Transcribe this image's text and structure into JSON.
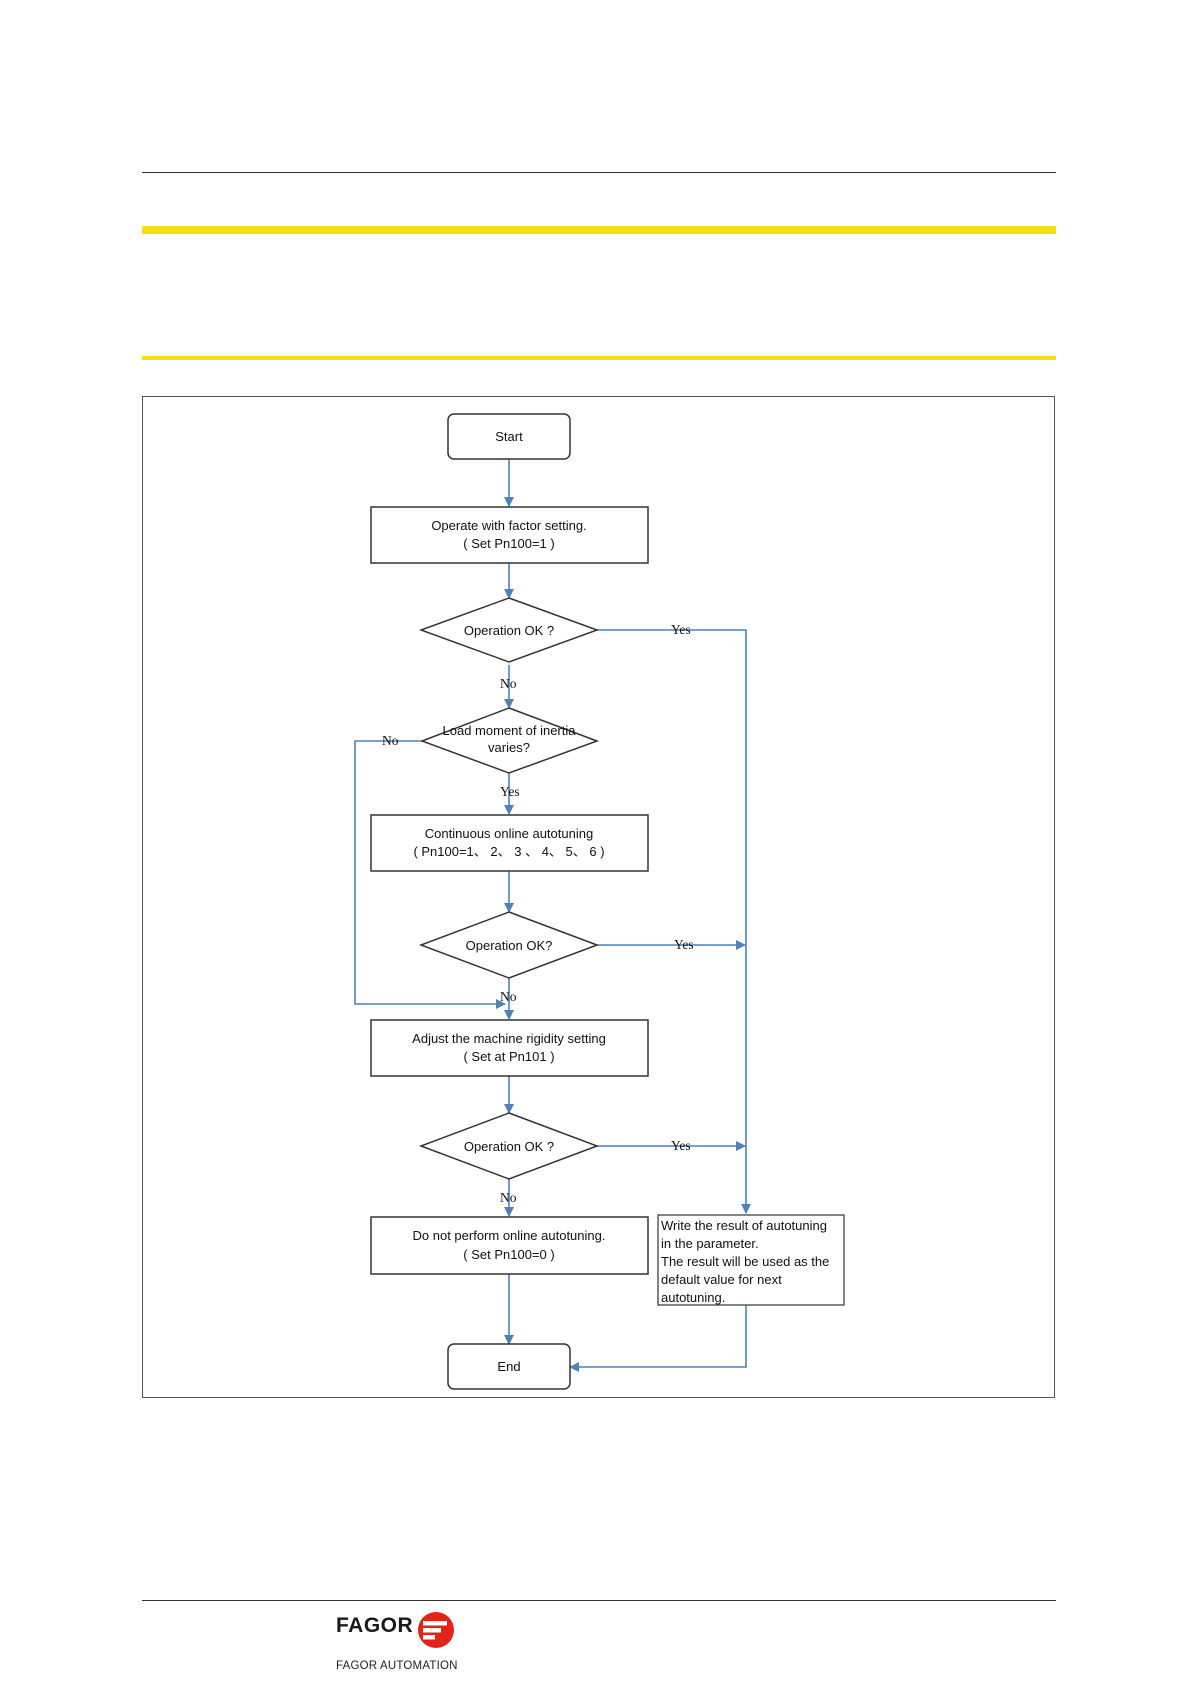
{
  "flowchart": {
    "start": "Start",
    "step1": {
      "line1": "Operate with factor setting.",
      "line2": "( Set Pn100=1 )"
    },
    "decision1": "Operation OK ?",
    "decision2": {
      "line1": "Load moment of inertia",
      "line2": "varies?"
    },
    "step2": {
      "line1": "Continuous online autotuning",
      "line2": "( Pn100=1、 2、 3 、 4、 5、 6 )"
    },
    "decision3": "Operation OK?",
    "step3": {
      "line1": "Adjust the machine rigidity setting",
      "line2": "( Set at Pn101 )"
    },
    "decision4": "Operation OK ?",
    "step4": {
      "line1": "Do not perform online autotuning.",
      "line2": "( Set Pn100=0 )"
    },
    "write_result": {
      "line1": "Write the result of autotuning",
      "line2": "in the parameter.",
      "line3": "The result will be used as the",
      "line4": "default value for next",
      "line5": "autotuning."
    },
    "end": "End",
    "labels": {
      "yes": "Yes",
      "no": "No"
    }
  },
  "footer": {
    "logo_word": "FAGOR",
    "company": "FAGOR AUTOMATION"
  },
  "colors": {
    "accent_yellow": "#f7e011",
    "arrow_blue": "#4f81bd",
    "logo_red": "#e2231a"
  }
}
